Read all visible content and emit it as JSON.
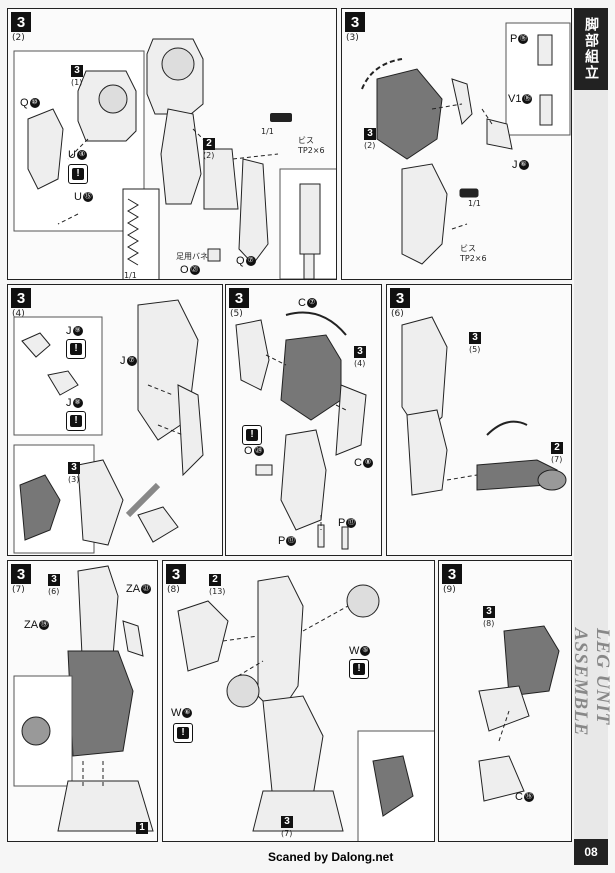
{
  "sidebar": {
    "section_label": "脚部組立",
    "title": "LEG UNIT ASSEMBLE",
    "page_number": "08"
  },
  "credit": "Scaned by Dalong.net",
  "panels": {
    "p1": {
      "step": "3",
      "sub": "(2)",
      "labels": {
        "a": "3",
        "a_sub": "(1)",
        "q10": "Q",
        "q10n": "⑩",
        "u4": "U",
        "u4n": "④",
        "u15": "U",
        "u15n": "⑮",
        "b": "2",
        "b_sub": "(2)",
        "o21": "O",
        "o21n": "㉑",
        "q7": "Q",
        "q7n": "⑦",
        "spring": "足用バネ",
        "scale": "1/1",
        "screw_scale": "1/1",
        "screw": "ビス TP2×6"
      }
    },
    "p2": {
      "step": "3",
      "sub": "(3)",
      "labels": {
        "p16": "P",
        "p16n": "⑯",
        "v16": "V1",
        "v16n": "⑯",
        "a": "3",
        "a_sub": "(2)",
        "j6": "J",
        "j6n": "⑥",
        "screw_scale": "1/1",
        "screw": "ビス TP2×6"
      }
    },
    "p3": {
      "step": "3",
      "sub": "(4)",
      "labels": {
        "j9": "J",
        "j9n": "⑨",
        "j8": "J",
        "j8n": "⑧",
        "j7": "J",
        "j7n": "⑦",
        "a": "3",
        "a_sub": "(3)"
      }
    },
    "p4": {
      "step": "3",
      "sub": "(5)",
      "labels": {
        "c7": "C",
        "c7n": "⑦",
        "a": "3",
        "a_sub": "(4)",
        "o24": "O",
        "o24n": "㉔",
        "c8": "C",
        "c8n": "⑧",
        "p17a": "P",
        "p17an": "⑰",
        "p17b": "P",
        "p17bn": "⑰"
      }
    },
    "p5": {
      "step": "3",
      "sub": "(6)",
      "labels": {
        "a": "3",
        "a_sub": "(5)",
        "b": "2",
        "b_sub": "(7)"
      }
    },
    "p6": {
      "step": "3",
      "sub": "(7)",
      "labels": {
        "a": "3",
        "a_sub": "(6)",
        "za21": "ZA",
        "za21n": "㉑",
        "za19": "ZA",
        "za19n": "⑲",
        "one": "1"
      }
    },
    "p7": {
      "step": "3",
      "sub": "(8)",
      "labels": {
        "b": "2",
        "b_sub": "(13)",
        "w5": "W",
        "w5n": "⑤",
        "w6": "W",
        "w6n": "⑥",
        "a": "3",
        "a_sub": "(7)"
      }
    },
    "p8": {
      "step": "3",
      "sub": "(9)",
      "labels": {
        "a": "3",
        "a_sub": "(8)",
        "c16": "C",
        "c16n": "⑯"
      }
    }
  },
  "colors": {
    "ink": "#111111",
    "panel_bg": "#fbfbfb",
    "sidebar_bg": "#e8e8e8",
    "title_grey": "#888888"
  }
}
